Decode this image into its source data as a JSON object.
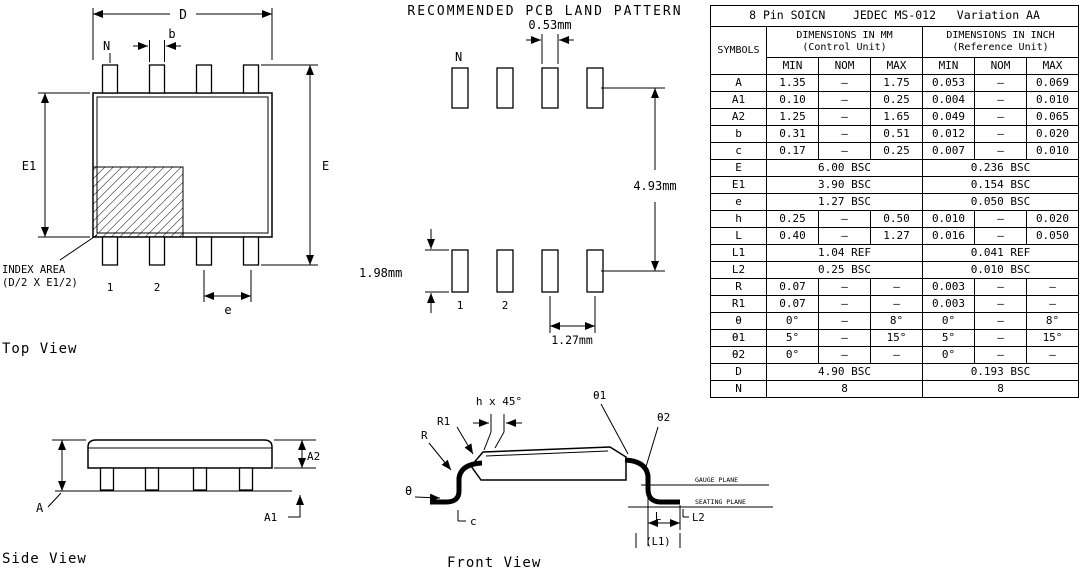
{
  "page": {
    "background": "#ffffff",
    "line_color": "#000000"
  },
  "top_view": {
    "caption": "Top View",
    "dim_D": "D",
    "dim_b": "b",
    "label_N": "N",
    "dim_E1": "E1",
    "dim_E": "E",
    "dim_e": "e",
    "pin1": "1",
    "pin2": "2",
    "index_area_line1": "INDEX AREA",
    "index_area_line2": "(D/2 X E1/2)"
  },
  "land_pattern": {
    "title": "RECOMMENDED PCB LAND PATTERN",
    "pad_width": "0.53mm",
    "row_span": "4.93mm",
    "pad_length": "1.98mm",
    "pitch": "1.27mm",
    "label_N": "N",
    "pin1": "1",
    "pin2": "2"
  },
  "side_view": {
    "caption": "Side View",
    "dim_A": "A",
    "dim_A1": "A1",
    "dim_A2": "A2"
  },
  "front_view": {
    "caption": "Front View",
    "dim_h": "h x 45°",
    "dim_R1": "R1",
    "dim_R": "R",
    "dim_theta": "θ",
    "dim_theta1": "θ1",
    "dim_theta2": "θ2",
    "dim_c": "c",
    "dim_L": "L",
    "dim_L1": "(L1)",
    "dim_L2": "L2",
    "gauge_plane": "GAUGE PLANE",
    "seating_plane": "SEATING PLANE"
  },
  "table": {
    "title": "8 Pin SOICN    JEDEC MS-012   Variation AA",
    "symbols_header": "SYMBOLS",
    "mm_header": "DIMENSIONS IN MM",
    "mm_subheader": "(Control Unit)",
    "inch_header": "DIMENSIONS IN INCH",
    "inch_subheader": "(Reference Unit)",
    "min": "MIN",
    "nom": "NOM",
    "max": "MAX",
    "rows": [
      {
        "symbol": "A",
        "mm": [
          "1.35",
          "—",
          "1.75"
        ],
        "inch": [
          "0.053",
          "—",
          "0.069"
        ]
      },
      {
        "symbol": "A1",
        "mm": [
          "0.10",
          "—",
          "0.25"
        ],
        "inch": [
          "0.004",
          "—",
          "0.010"
        ]
      },
      {
        "symbol": "A2",
        "mm": [
          "1.25",
          "—",
          "1.65"
        ],
        "inch": [
          "0.049",
          "—",
          "0.065"
        ]
      },
      {
        "symbol": "b",
        "mm": [
          "0.31",
          "—",
          "0.51"
        ],
        "inch": [
          "0.012",
          "—",
          "0.020"
        ]
      },
      {
        "symbol": "c",
        "mm": [
          "0.17",
          "—",
          "0.25"
        ],
        "inch": [
          "0.007",
          "—",
          "0.010"
        ]
      },
      {
        "symbol": "E",
        "mm_span": "6.00 BSC",
        "inch_span": "0.236 BSC"
      },
      {
        "symbol": "E1",
        "mm_span": "3.90 BSC",
        "inch_span": "0.154 BSC"
      },
      {
        "symbol": "e",
        "mm_span": "1.27 BSC",
        "inch_span": "0.050 BSC"
      },
      {
        "symbol": "h",
        "mm": [
          "0.25",
          "—",
          "0.50"
        ],
        "inch": [
          "0.010",
          "—",
          "0.020"
        ]
      },
      {
        "symbol": "L",
        "mm": [
          "0.40",
          "—",
          "1.27"
        ],
        "inch": [
          "0.016",
          "—",
          "0.050"
        ]
      },
      {
        "symbol": "L1",
        "mm_span": "1.04 REF",
        "inch_span": "0.041 REF"
      },
      {
        "symbol": "L2",
        "mm_span": "0.25 BSC",
        "inch_span": "0.010 BSC"
      },
      {
        "symbol": "R",
        "mm": [
          "0.07",
          "—",
          "—"
        ],
        "inch": [
          "0.003",
          "—",
          "—"
        ]
      },
      {
        "symbol": "R1",
        "mm": [
          "0.07",
          "—",
          "—"
        ],
        "inch": [
          "0.003",
          "—",
          "—"
        ]
      },
      {
        "symbol": "θ",
        "mm": [
          "0°",
          "—",
          "8°"
        ],
        "inch": [
          "0°",
          "—",
          "8°"
        ]
      },
      {
        "symbol": "θ1",
        "mm": [
          "5°",
          "—",
          "15°"
        ],
        "inch": [
          "5°",
          "—",
          "15°"
        ]
      },
      {
        "symbol": "θ2",
        "mm": [
          "0°",
          "—",
          "—"
        ],
        "inch": [
          "0°",
          "—",
          "—"
        ]
      },
      {
        "symbol": "D",
        "mm_span": "4.90 BSC",
        "inch_span": "0.193 BSC"
      },
      {
        "symbol": "N",
        "mm_span": "8",
        "inch_span": "8"
      }
    ]
  }
}
